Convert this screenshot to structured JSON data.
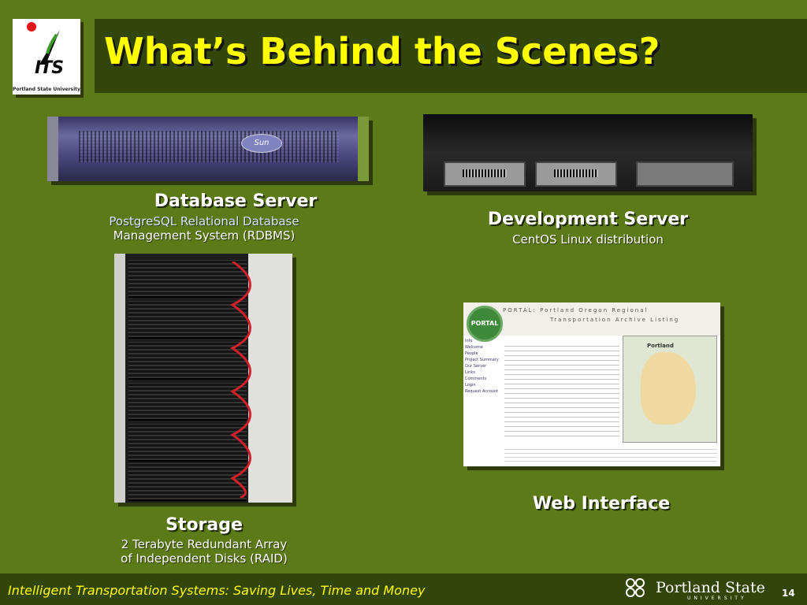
{
  "slide": {
    "title": "What’s Behind the Scenes?",
    "page_number": "14"
  },
  "logo": {
    "text": "ITS",
    "subtitle": "Portland State University"
  },
  "database_server": {
    "title": "Database Server",
    "line1": "PostgreSQL Relational Database",
    "line2": "Management System (RDBMS)",
    "photo_label": "Sun"
  },
  "development_server": {
    "title": "Development Server",
    "line1": "CentOS Linux distribution"
  },
  "storage": {
    "title": "Storage",
    "line1": "2 Terabyte Redundant Array",
    "line2": "of Independent Disks (RAID)"
  },
  "web_interface": {
    "title": "Web Interface",
    "screenshot": {
      "logo": "PORTAL",
      "header_line1": "PORTAL: Portland Oregon Regional",
      "header_line2": "Transportation Archive Listing",
      "nav": [
        "Info",
        "Welcome",
        "People",
        "Project Summary",
        "Our Server",
        "Links",
        "Comments",
        "Login",
        "Request Account"
      ],
      "map_label": "Portland"
    }
  },
  "footer": {
    "tagline": "Intelligent Transportation Systems: Saving Lives, Time and Money",
    "university_name": "Portland State",
    "university_sub": "UNIVERSITY"
  },
  "colors": {
    "background": "#5c7a17",
    "band": "#33460a",
    "title": "#ffff00",
    "caption": "#ffffff"
  }
}
